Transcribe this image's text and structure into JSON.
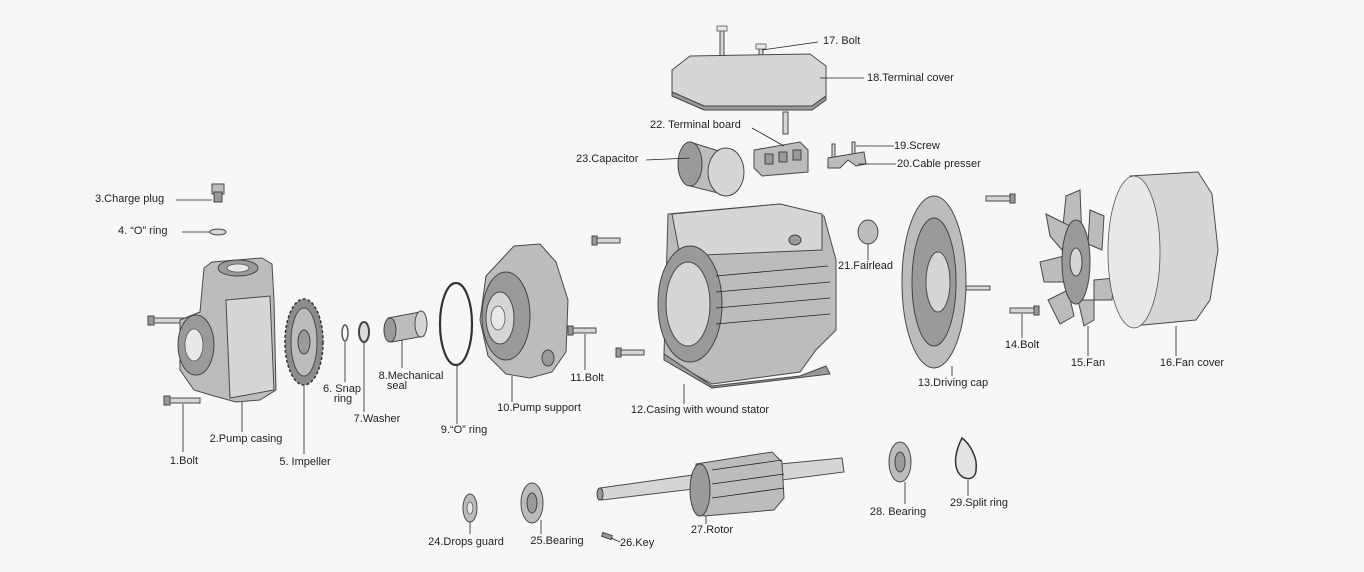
{
  "labels": {
    "p1": "1.Bolt",
    "p2": "2.Pump casing",
    "p3": "3.Charge plug",
    "p4": "4. “O” ring",
    "p5": "5. Impeller",
    "p6a": "6. Snap",
    "p6b": "ring",
    "p7": "7.Washer",
    "p8a": "8.Mechanical",
    "p8b": "seal",
    "p9": "9.“O” ring",
    "p10": "10.Pump support",
    "p11": "11.Bolt",
    "p12": "12.Casing with wound stator",
    "p13": "13.Driving cap",
    "p14": "14.Bolt",
    "p15": "15.Fan",
    "p16": "16.Fan cover",
    "p17": "17. Bolt",
    "p18": "18.Terminal cover",
    "p19": "19.Screw",
    "p20": "20.Cable presser",
    "p21": "21.Fairlead",
    "p22": "22. Terminal board",
    "p23": "23.Capacitor",
    "p24": "24.Drops guard",
    "p25": "25.Bearing",
    "p26": "26.Key",
    "p27": "27.Rotor",
    "p28": "28. Bearing",
    "p29": "29.Split ring"
  }
}
